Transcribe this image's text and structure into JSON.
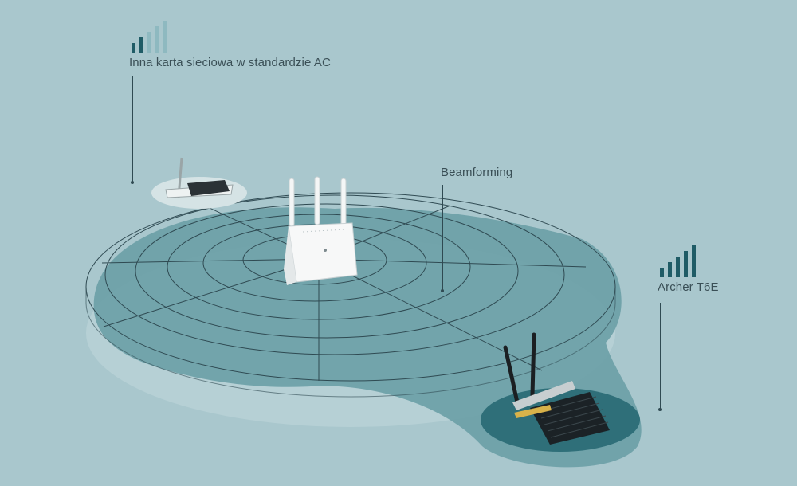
{
  "labels": {
    "other_card": "Inna karta sieciowa w standardzie AC",
    "beamforming": "Beamforming",
    "archer": "Archer T6E"
  },
  "signal": {
    "other_card_active_bars": 2,
    "archer_active_bars": 5,
    "total_bars": 5
  },
  "colors": {
    "background": "#a9c7cd",
    "coverage": "#6a9ea6",
    "coverage_dark": "#3f8089",
    "lines": "#2f4a52",
    "active_bar": "#1f5c66",
    "inactive_bar": "#8eb9c0"
  },
  "icons": [
    "router-icon",
    "archer-t6e-card-icon",
    "other-ac-card-icon",
    "signal-strength-icon"
  ]
}
